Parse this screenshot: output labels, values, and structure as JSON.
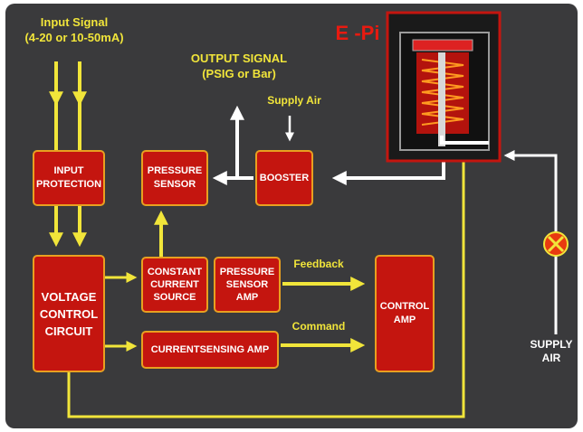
{
  "labels": {
    "input_signal": "Input Signal\n(4-20 or 10-50mA)",
    "output_signal": "OUTPUT SIGNAL\n(PSIG or Bar)",
    "supply_air_top": "Supply Air",
    "supply_air_right": "SUPPLY\nAIR",
    "feedback": "Feedback",
    "command": "Command",
    "title": "E -Pi"
  },
  "blocks": {
    "input_protection": "INPUT\nPROTECTION",
    "pressure_sensor": "PRESSURE\nSENSOR",
    "booster": "BOOSTER",
    "voltage_control": "VOLTAGE\nCONTROL\nCIRCUIT",
    "constant_current": "CONSTANT\nCURRENT\nSOURCE",
    "pressure_sensor_amp": "PRESSURE\nSENSOR\nAMP",
    "control_amp": "CONTROL\nAMP",
    "current_sensing_amp": "CURRENTSENSING AMP"
  },
  "colors": {
    "background": "#3a3a3c",
    "block_fill": "#c4150f",
    "block_border": "#e8a020",
    "signal_arrow": "#f1e53a",
    "air_arrow": "#ffffff"
  },
  "icons": {
    "valve": "x-circle-valve-icon",
    "ep_transducer": "coil-spring-icon"
  }
}
